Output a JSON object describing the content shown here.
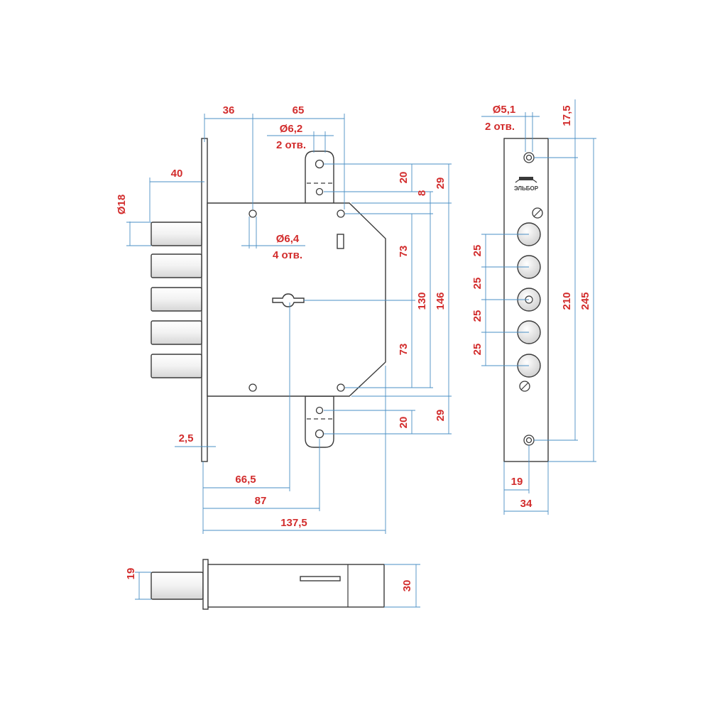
{
  "brand": "ЭЛЬБОР",
  "labels": {
    "w36": "36",
    "w65": "65",
    "hole62": "Ø6,2",
    "hole62_count": "2 отв.",
    "w40": "40",
    "d18": "Ø18",
    "hole64": "Ø6,4",
    "hole64_count": "4 отв.",
    "h20_top": "20",
    "h8": "8",
    "h29_top": "29",
    "h73_top": "73",
    "h130": "130",
    "h146": "146",
    "h73_bot": "73",
    "h20_bot": "20",
    "h29_bot": "29",
    "w2_5": "2,5",
    "w66_5": "66,5",
    "w87": "87",
    "w137_5": "137,5",
    "h19_bolt": "19",
    "h30": "30",
    "hole51": "Ø5,1",
    "hole51_count": "2 отв.",
    "h17_5": "17,5",
    "pitch1": "25",
    "pitch2": "25",
    "pitch3": "25",
    "pitch4": "25",
    "h210": "210",
    "h245": "245",
    "w19_plate": "19",
    "w34": "34"
  },
  "colors": {
    "outline": "#3a3a3a",
    "dimension_line": "#4a8fc4",
    "dimension_text": "#d22c2c"
  }
}
